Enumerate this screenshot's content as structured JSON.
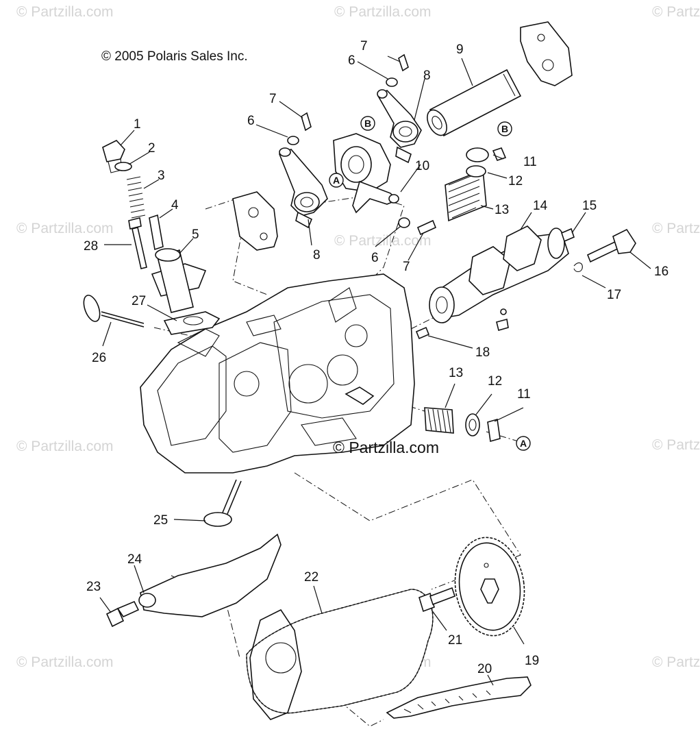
{
  "copyright": "© 2005 Polaris Sales Inc.",
  "watermark": "© Partzilla.com",
  "center_watermark": "© Partzilla.com",
  "callouts": [
    "1",
    "2",
    "3",
    "4",
    "5",
    "6",
    "6",
    "6",
    "7",
    "7",
    "7",
    "8",
    "8",
    "9",
    "10",
    "11",
    "11",
    "12",
    "12",
    "13",
    "13",
    "14",
    "15",
    "16",
    "17",
    "18",
    "19",
    "20",
    "21",
    "22",
    "23",
    "24",
    "25",
    "26",
    "27",
    "28"
  ],
  "reference_markers": [
    "A",
    "A",
    "B",
    "B"
  ]
}
